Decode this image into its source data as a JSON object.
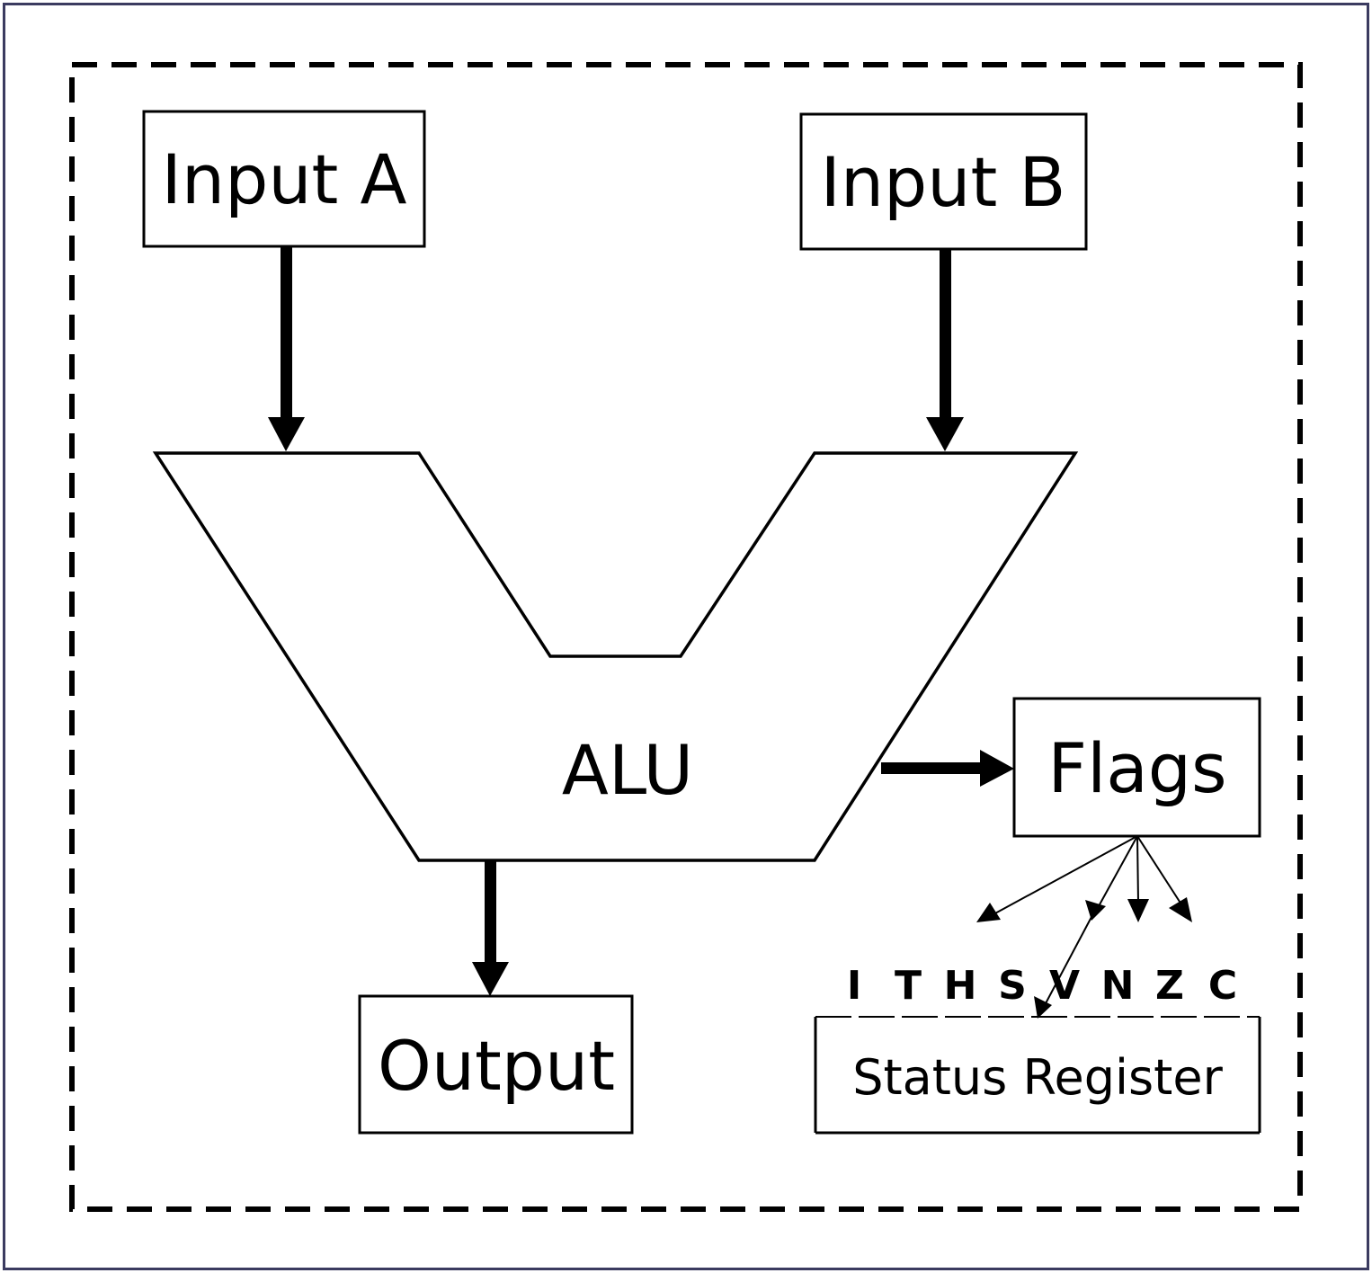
{
  "diagram": {
    "input_a": "Input A",
    "input_b": "Input B",
    "alu": "ALU",
    "output": "Output",
    "flags": "Flags",
    "status_register": "Status Register",
    "flag_bits": [
      "I",
      "T",
      "H",
      "S",
      "V",
      "N",
      "Z",
      "C"
    ]
  }
}
